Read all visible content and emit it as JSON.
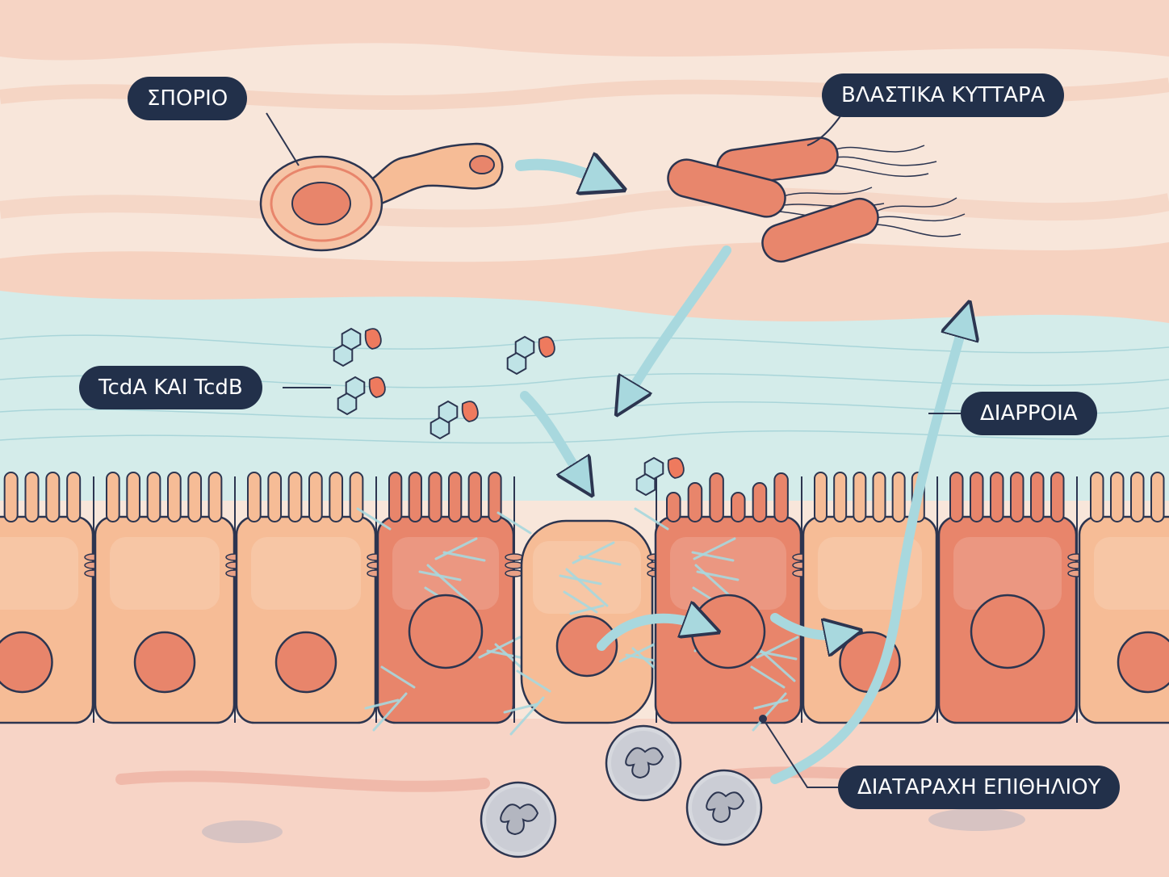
{
  "labels": {
    "spore": "ΣΠΟΡΙΟ",
    "vegetative_cells": "ΒΛΑΣΤΙΚΑ ΚΥΤΤΑΡΑ",
    "toxins": "TcdA KAI TcdB",
    "diarrhea": "ΔΙΑΡΡΟΙΑ",
    "epithelial_disruption": "ΔΙΑΤΑΡΑΧΗ ΕΠΙΘΗΛΙΟΥ"
  },
  "colors": {
    "label_background": "#22304a",
    "label_text": "#ffffff",
    "bacteria": "#e8866c",
    "cell_healthy": "#f6bc96",
    "cell_damaged": "#e8856b",
    "mucus": "#d4ecea",
    "arrow": "#a8d8de",
    "toxin_hexagon": "#bfe3e6",
    "outline": "#2c3550"
  }
}
